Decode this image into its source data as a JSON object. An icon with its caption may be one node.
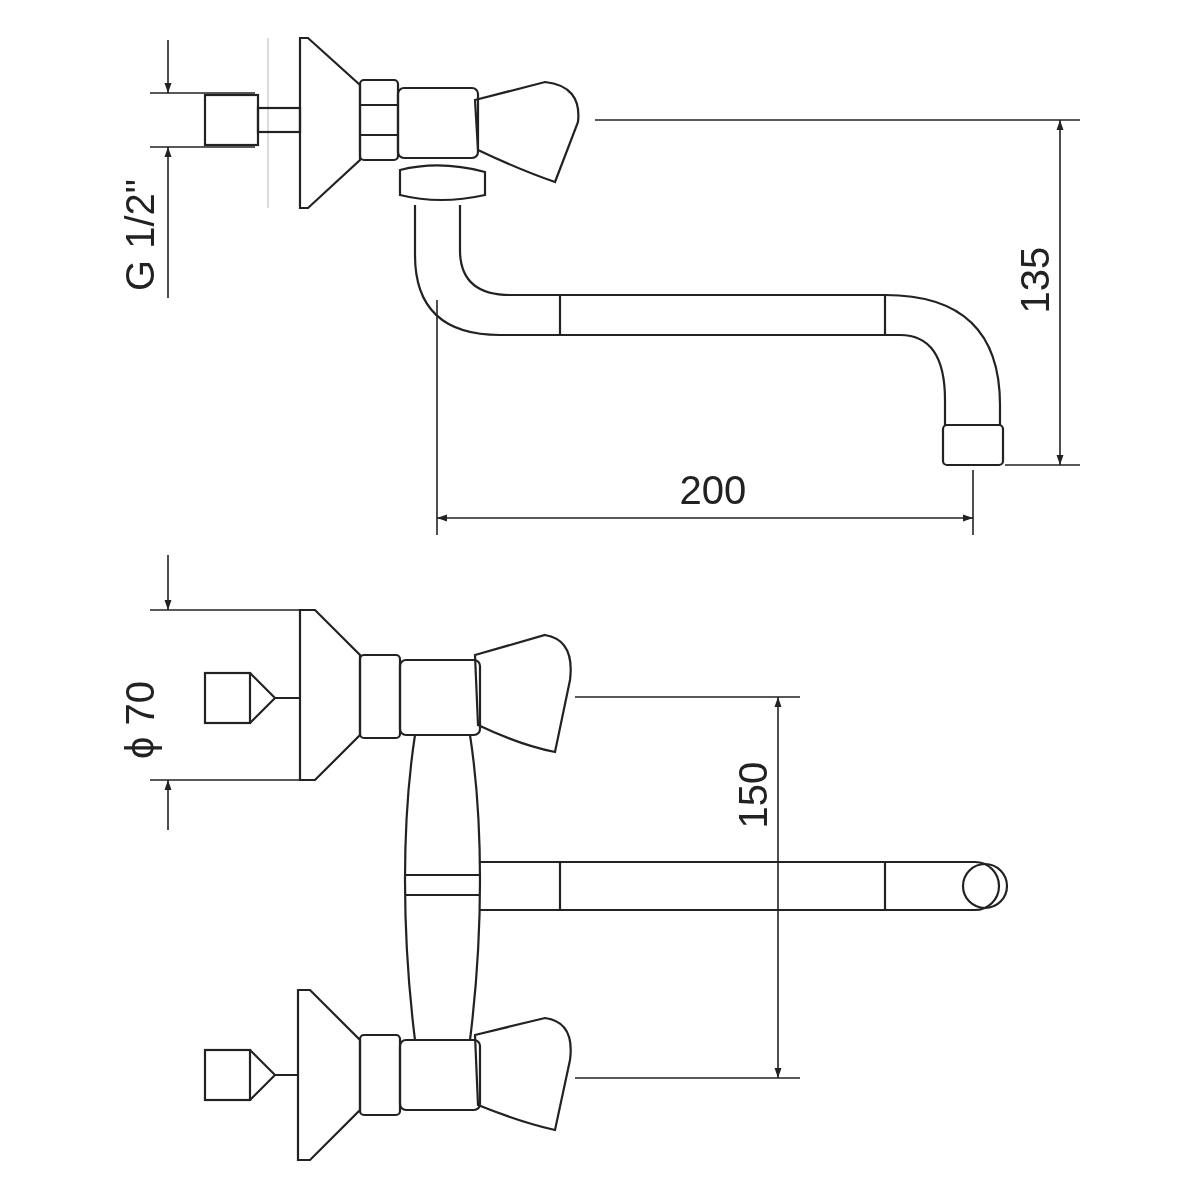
{
  "diagram": {
    "labels": [
      "G 1/2\"",
      "135",
      "200",
      "ϕ 70",
      "150"
    ]
  }
}
